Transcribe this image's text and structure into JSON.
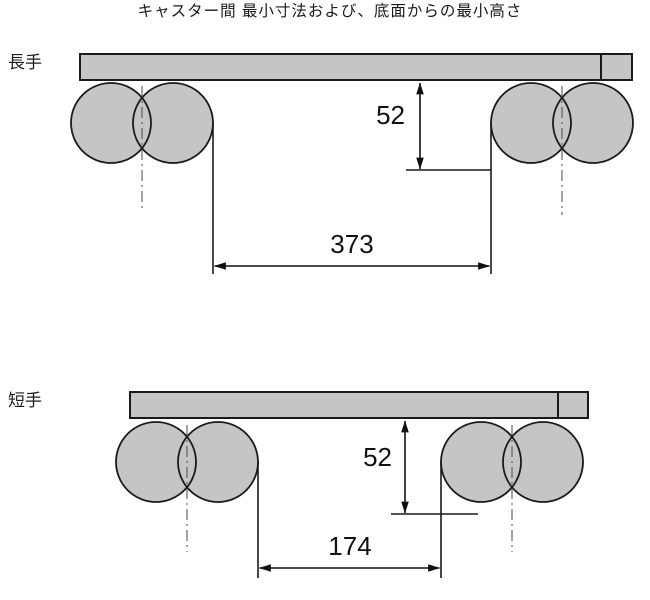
{
  "title": "キャスター間 最小寸法および、底面からの最小高さ",
  "colors": {
    "shape_fill": "#c5c5c5",
    "line": "#111111"
  },
  "diagrams": [
    {
      "id": "long-side",
      "label": "長手",
      "height_from_floor": "52",
      "caster_distance": "373"
    },
    {
      "id": "short-side",
      "label": "短手",
      "height_from_floor": "52",
      "caster_distance": "174"
    }
  ]
}
